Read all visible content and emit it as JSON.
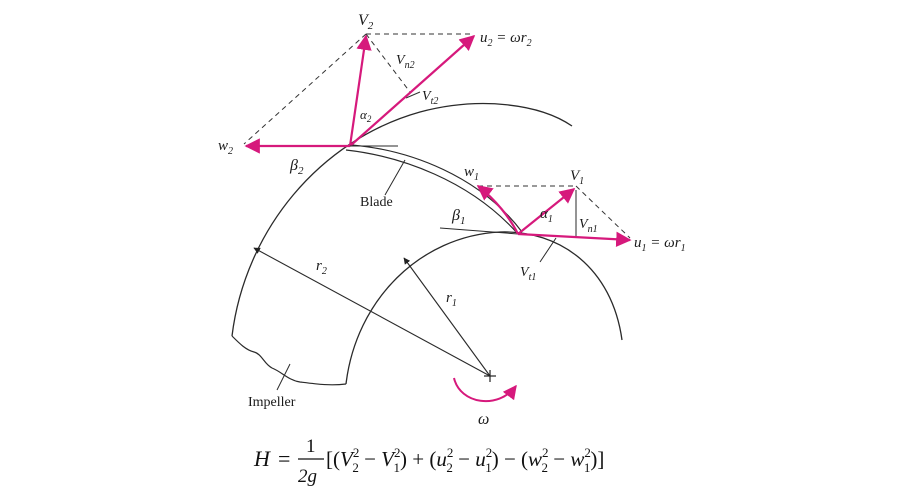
{
  "colors": {
    "vector": "#d6197c",
    "line": "#2a2a2a",
    "dash": "#333333",
    "background": "#ffffff"
  },
  "outlet": {
    "V2": {
      "base": "V",
      "sub": "2"
    },
    "Vn2": {
      "base": "V",
      "sub": "n2"
    },
    "Vt2": {
      "base": "V",
      "sub": "t2"
    },
    "u2": {
      "base": "u",
      "sub": "2",
      "rest": " = ωr",
      "sub2": "2"
    },
    "w2": {
      "base": "w",
      "sub": "2"
    },
    "beta2": {
      "base": "β",
      "sub": "2"
    },
    "alpha2": {
      "base": "α",
      "sub": "2"
    }
  },
  "inlet": {
    "V1": {
      "base": "V",
      "sub": "1"
    },
    "Vn1": {
      "base": "V",
      "sub": "n1"
    },
    "Vt1": {
      "base": "V",
      "sub": "t1"
    },
    "u1": {
      "base": "u",
      "sub": "1",
      "rest": " = ωr",
      "sub2": "1"
    },
    "w1": {
      "base": "w",
      "sub": "1"
    },
    "beta1": {
      "base": "β",
      "sub": "1"
    },
    "alpha1": {
      "base": "α",
      "sub": "1"
    }
  },
  "geometry_labels": {
    "blade": "Blade",
    "impeller": "Impeller",
    "r1": {
      "base": "r",
      "sub": "1"
    },
    "r2": {
      "base": "r",
      "sub": "2"
    },
    "omega": "ω"
  },
  "equation": {
    "lhs": "H",
    "equals": "=",
    "num": "1",
    "den": "2g",
    "open": "[(",
    "t1": "V",
    "t1sup": "2",
    "t1sub": "2",
    "minus1": " − ",
    "t2": "V",
    "t2sup": "2",
    "t2sub": "1",
    "close1": ")",
    "plus": " + (",
    "t3": "u",
    "t3sup": "2",
    "t3sub": "2",
    "minus2": " − ",
    "t4": "u",
    "t4sup": "2",
    "t4sub": "1",
    "close2": ")",
    "minus3": " − (",
    "t5": "w",
    "t5sup": "2",
    "t5sub": "2",
    "minus4": " − ",
    "t6": "w",
    "t6sup": "2",
    "t6sub": "1",
    "close3": ")]"
  }
}
